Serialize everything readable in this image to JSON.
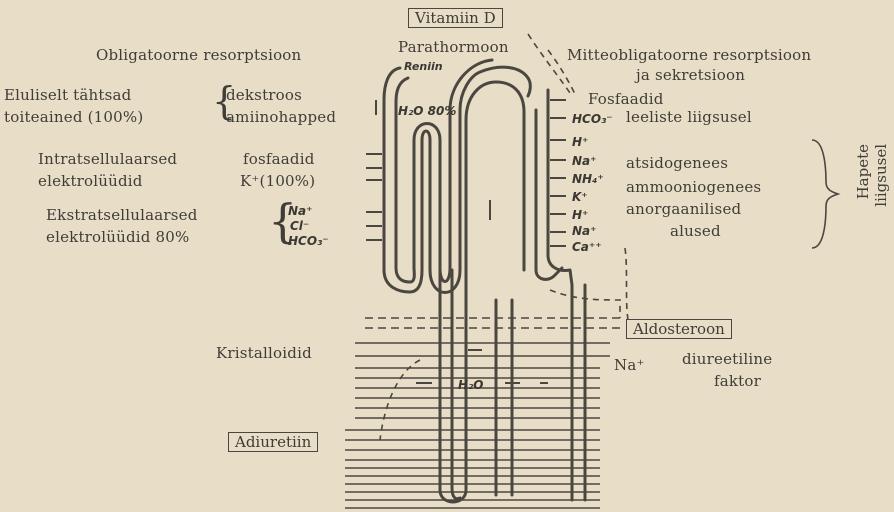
{
  "hormones": {
    "vitamin_d": "Vitamiin D",
    "parathormoon": "Parathormoon",
    "aldosteroon": "Aldosteroon",
    "adiuretiin": "Adiuretiin",
    "reniin": "Reniin"
  },
  "left": {
    "obligatory": "Obligatoorne resorptsioon",
    "vital_line1": "Eluliselt tähtsad",
    "vital_line2": "toiteained (100%)",
    "dekstroos": "dekstroos",
    "aminohapped": "amiinohapped",
    "intra_line1": "Intratsellulaarsed",
    "intra_line2": "elektrolüüdid",
    "fosfaadid": "fosfaadid",
    "k_ion": "K⁺(100%)",
    "extra_line1": "Ekstratsellulaarsed",
    "extra_line2": "elektrolüüdid 80%",
    "na": "Na⁺",
    "cl": "Cl⁻",
    "hco3": "HCO₃⁻",
    "kristalloidid": "Kristalloidid"
  },
  "right": {
    "optional_line1": "Mitteobligatoorne resorptsioon",
    "optional_line2": "ja sekretsioon",
    "fosfaadid": "Fosfaadid",
    "leeliste": "leeliste liigsusel",
    "hco3": "HCO₃⁻",
    "h": "H⁺",
    "na": "Na⁺",
    "nh4": "NH₄⁺",
    "k": "K⁺",
    "h2": "H⁺",
    "na2": "Na⁺",
    "ca": "Ca⁺⁺",
    "atsidogenees": "atsidogenees",
    "ammooniogenees": "ammooniogenees",
    "anorgaanilised": "anorgaanilised",
    "alused": "alused",
    "hapete_line1": "Hapete",
    "hapete_line2": "liigsusel",
    "na_plus": "Na⁺",
    "diureetiline": "diureetiline",
    "faktor": "faktor"
  },
  "tubule": {
    "h2o_80": "H₂O 80%",
    "h2o": "H₂O"
  },
  "colors": {
    "background": "#e8ddc6",
    "ink": "#3f3d37"
  }
}
